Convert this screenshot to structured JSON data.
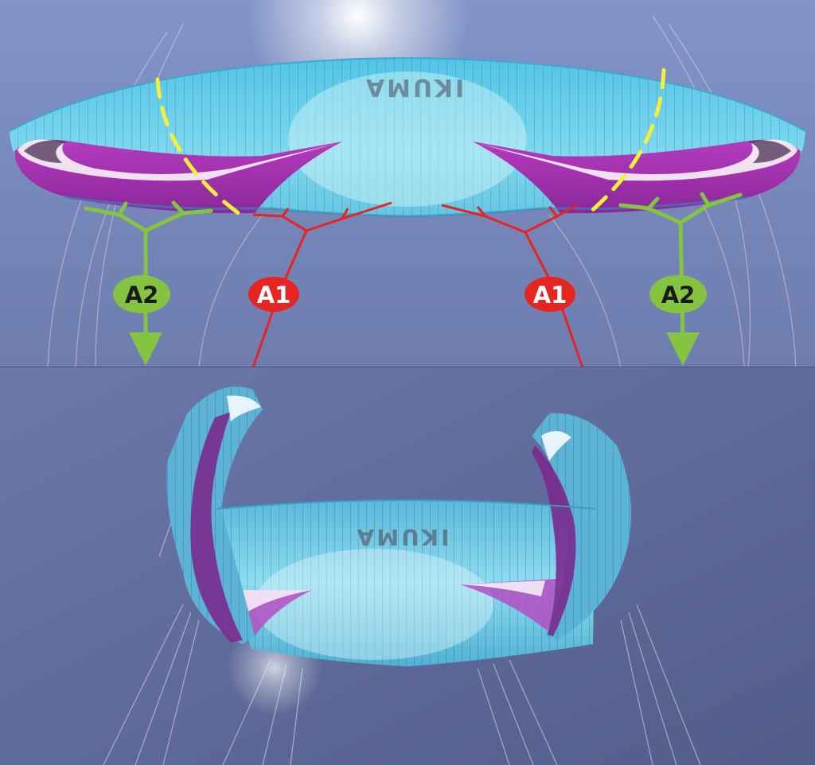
{
  "brand": "IKUMA",
  "labels": {
    "a1_left": "A1",
    "a1_right": "A1",
    "a2_left": "A2",
    "a2_right": "A2"
  },
  "colors": {
    "a1": "#e62420",
    "a2": "#84c440",
    "a2_text": "#1a1a1a",
    "stabilo": "#f4ef3a",
    "canopy_cyan": "#5fd0ea",
    "canopy_purple": "#9a2fa8",
    "sky_top": "#7e8ec4",
    "sky_bottom": "#5c6898"
  }
}
